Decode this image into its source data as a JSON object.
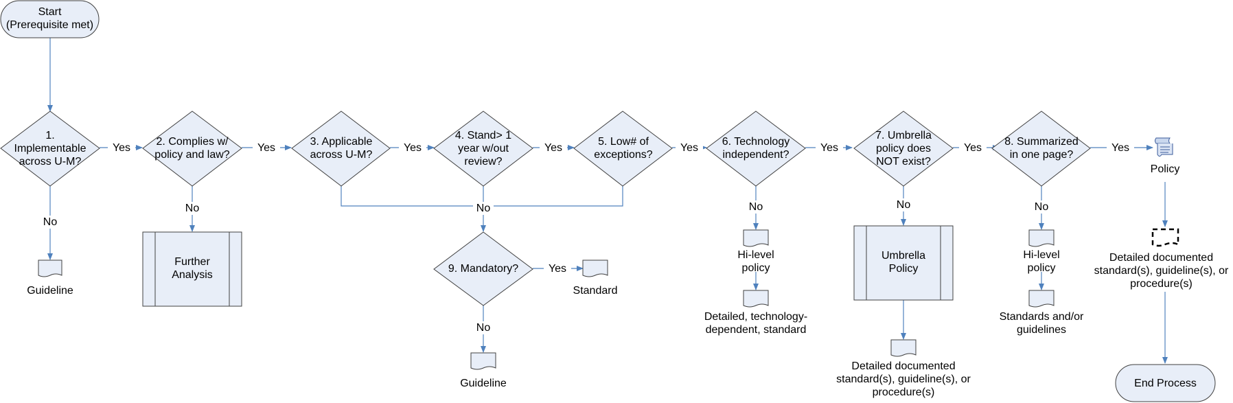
{
  "nodes": {
    "start": "Start\n(Prerequisite met)",
    "d1": "1.\nImplementable\nacross U-M?",
    "d2": "2. Complies w/\npolicy and law?",
    "d3": "3. Applicable\nacross U-M?",
    "d4": "4. Stand> 1\nyear w/out\nreview?",
    "d5": "5. Low# of\nexceptions?",
    "d6": "6. Technology\nindependent?",
    "d7": "7. Umbrella\npolicy does\nNOT exist?",
    "d8": "8. Summarized\nin one page?",
    "d9": "9. Mandatory?",
    "further": "Further\nAnalysis",
    "umbrella": "Umbrella\nPolicy",
    "end": "End Process"
  },
  "docs": {
    "guideline1": "Guideline",
    "guideline2": "Guideline",
    "standard": "Standard",
    "hilevel1": "Hi-level\npolicy",
    "detailed_tech": "Detailed, technology-\ndependent, standard",
    "detailed_doc1": "Detailed documented\nstandard(s), guideline(s), or\nprocedure(s)",
    "hilevel2": "Hi-level\npolicy",
    "standards_or": "Standards and/or\nguidelines",
    "policy": "Policy",
    "detailed_doc2": "Detailed documented\nstandard(s), guideline(s), or\nprocedure(s)"
  },
  "edges": {
    "yes": "Yes",
    "no": "No"
  },
  "colors": {
    "fill": "#e8eef8",
    "stroke": "#404040",
    "connector": "#4f81bd"
  },
  "icons": [
    "scroll-policy-icon",
    "dashed-document-icon",
    "document-icon"
  ]
}
